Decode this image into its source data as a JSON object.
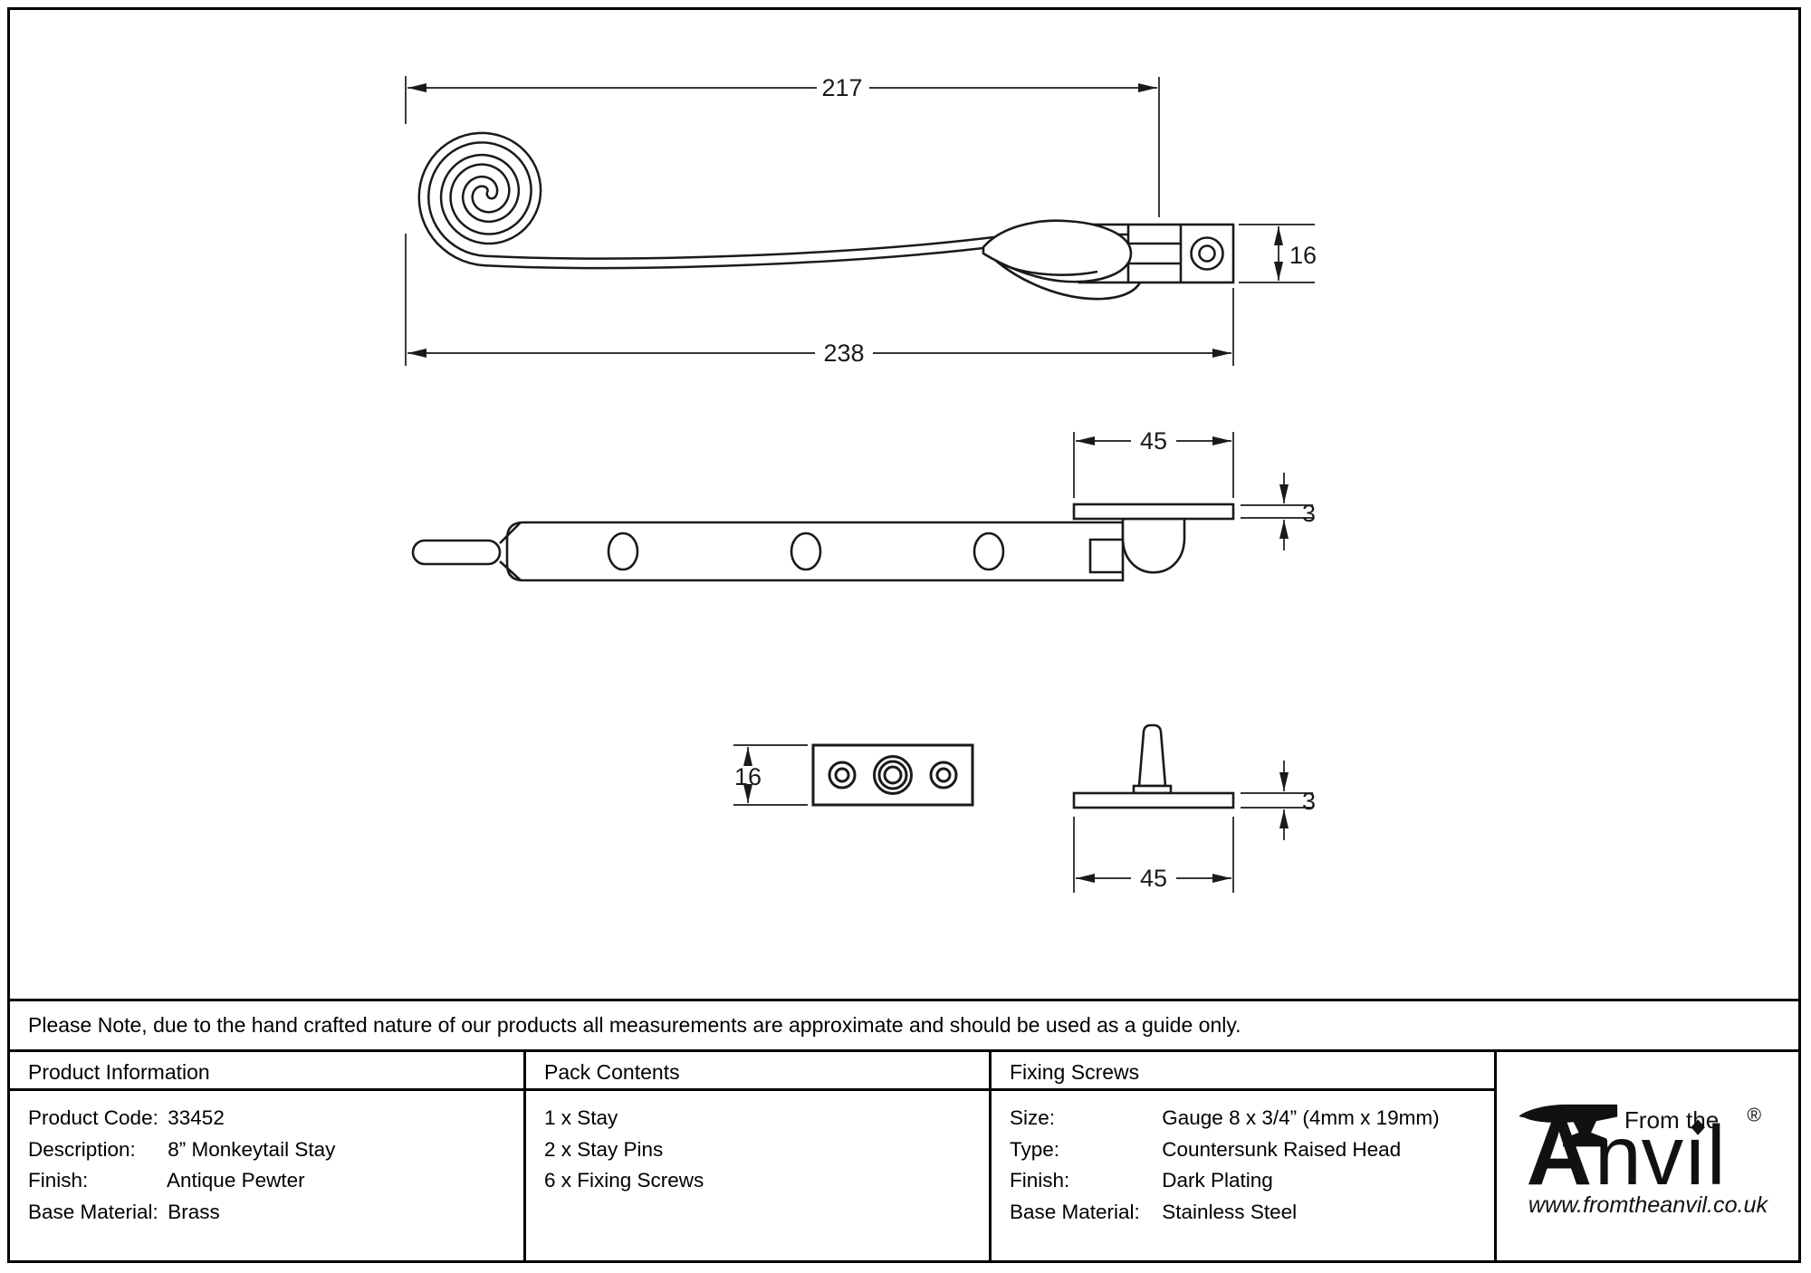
{
  "sheet": {
    "note": "Please Note, due to the hand crafted nature of our products all measurements are approximate and should be used as a guide only."
  },
  "drawing": {
    "dims": {
      "length_to_pivot": "217",
      "overall_length": "238",
      "bracket_height": "16",
      "keeper_length": "45",
      "keeper_thickness": "3",
      "pin_plate_height": "16",
      "pin_plate_thickness": "3",
      "pin_plate_length": "45"
    }
  },
  "tables": {
    "product_information": {
      "title": "Product Information",
      "rows": [
        {
          "label": "Product Code:",
          "value": "33452"
        },
        {
          "label": "Description:",
          "value": "8” Monkeytail Stay"
        },
        {
          "label": "Finish:",
          "value": "Antique Pewter"
        },
        {
          "label": "Base Material:",
          "value": "Brass"
        }
      ]
    },
    "pack_contents": {
      "title": "Pack Contents",
      "items": [
        "1 x Stay",
        "2 x Stay Pins",
        "6 x Fixing Screws"
      ]
    },
    "fixing_screws": {
      "title": "Fixing Screws",
      "rows": [
        {
          "label": "Size:",
          "value": "Gauge 8 x 3/4” (4mm x 19mm)"
        },
        {
          "label": "Type:",
          "value": "Countersunk Raised Head"
        },
        {
          "label": "Finish:",
          "value": "Dark Plating"
        },
        {
          "label": "Base Material:",
          "value": "Stainless Steel"
        }
      ]
    }
  },
  "logo": {
    "tagline": "From the",
    "brand_a": "A",
    "brand_rest": "nvıl",
    "registered": "®",
    "url": "www.fromtheanvil.co.uk"
  },
  "colors": {
    "line": "#1a1a1a",
    "background": "#ffffff",
    "text": "#000000"
  }
}
